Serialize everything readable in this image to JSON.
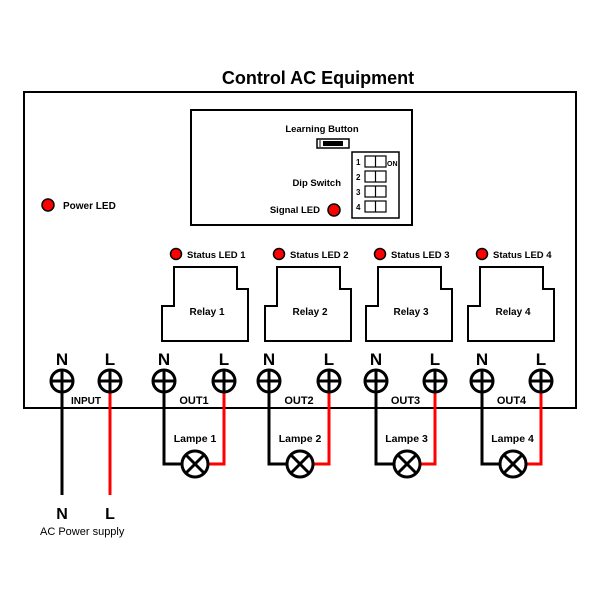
{
  "title": "Control AC Equipment",
  "control_panel": {
    "learning_button_label": "Learning Button",
    "dip_switch_label": "Dip Switch",
    "signal_led_label": "Signal LED",
    "dip_on_label": "ON",
    "dip_numbers": [
      "1",
      "2",
      "3",
      "4"
    ]
  },
  "power_led_label": "Power LED",
  "relays": [
    {
      "status_label": "Status LED 1",
      "relay_label": "Relay 1"
    },
    {
      "status_label": "Status LED 2",
      "relay_label": "Relay 2"
    },
    {
      "status_label": "Status LED 3",
      "relay_label": "Relay 3"
    },
    {
      "status_label": "Status LED 4",
      "relay_label": "Relay 4"
    }
  ],
  "terminals": {
    "input": {
      "label": "INPUT",
      "n": "N",
      "l": "L"
    },
    "outputs": [
      {
        "label": "OUT1",
        "n": "N",
        "l": "L",
        "lamp": "Lampe 1"
      },
      {
        "label": "OUT2",
        "n": "N",
        "l": "L",
        "lamp": "Lampe 2"
      },
      {
        "label": "OUT3",
        "n": "N",
        "l": "L",
        "lamp": "Lampe 3"
      },
      {
        "label": "OUT4",
        "n": "N",
        "l": "L",
        "lamp": "Lampe 4"
      }
    ]
  },
  "supply": {
    "n": "N",
    "l": "L",
    "label": "AC Power supply"
  },
  "colors": {
    "led": "#ff0000",
    "live_wire": "#ff0000",
    "neutral_wire": "#000000"
  }
}
